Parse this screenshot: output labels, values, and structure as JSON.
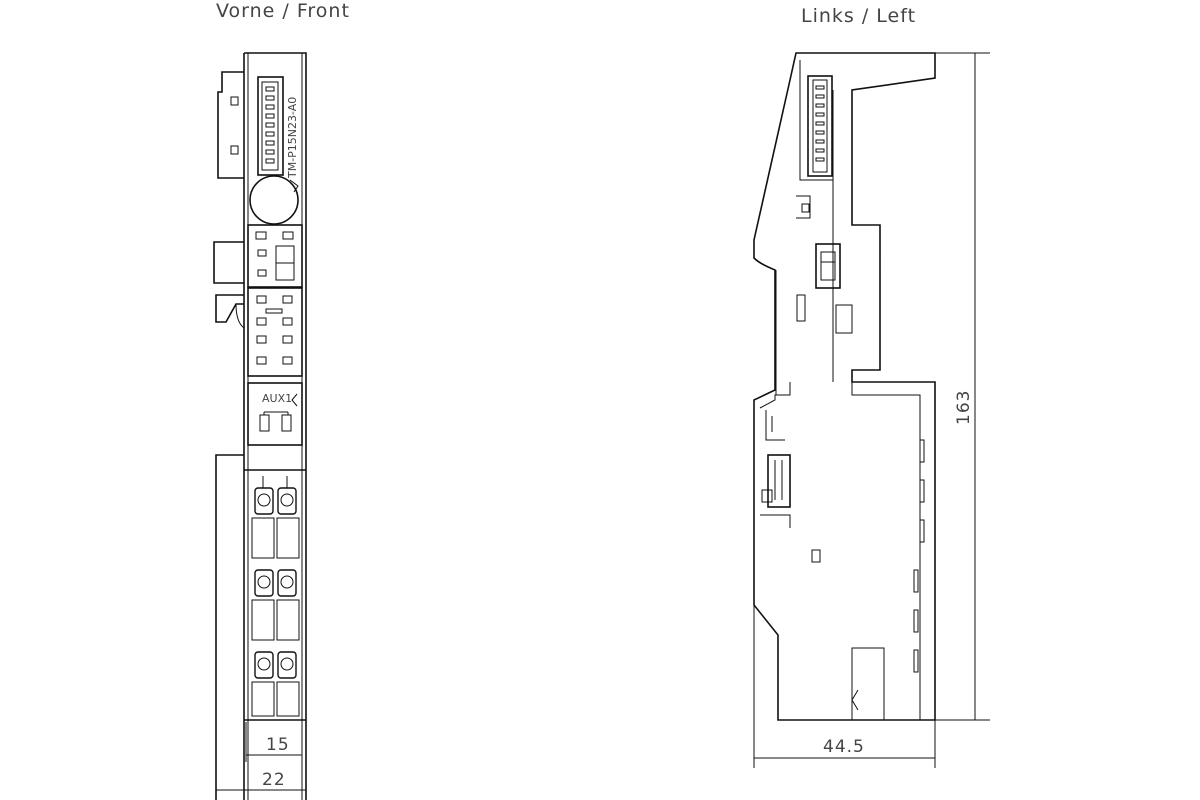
{
  "views": {
    "front": {
      "title": "Vorne  /  Front",
      "part_label": "TM-P15N23-A0",
      "aux_label": "AUX1",
      "dim_inner": "15",
      "dim_outer": "22"
    },
    "left": {
      "title": "Links  /  Left",
      "dim_height": "163",
      "dim_depth": "44.5"
    }
  },
  "colors": {
    "line": "#111111",
    "text": "#444444",
    "background": "#ffffff"
  }
}
